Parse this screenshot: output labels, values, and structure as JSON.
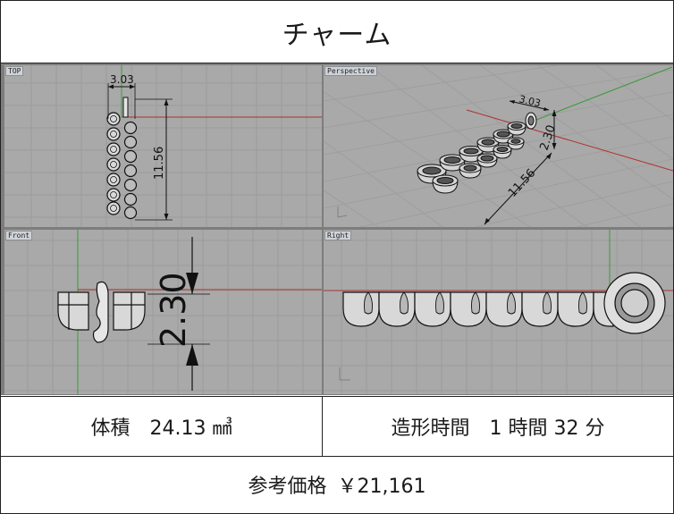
{
  "title": "チャーム",
  "viewports": {
    "top": {
      "label": "TOP",
      "dim_width": "3.03",
      "dim_length": "11.56"
    },
    "perspective": {
      "label": "Perspective",
      "dim_width": "3.03",
      "dim_height": "2.30",
      "dim_length": "11.56"
    },
    "front": {
      "label": "Front",
      "dim_height": "2.30"
    },
    "right": {
      "label": "Right"
    }
  },
  "info": {
    "volume_label": "体積",
    "volume_value": "24.13 ㎣",
    "build_time_label": "造形時間",
    "build_time_value": "1 時間 32 分"
  },
  "price": {
    "label": "参考価格",
    "value": "￥21,161"
  },
  "colors": {
    "viewport_bg": "#a9a9a9",
    "grid_line": "#9a9a9a",
    "x_axis": "#b03030",
    "y_axis": "#3a9a3a",
    "border": "#222222"
  }
}
